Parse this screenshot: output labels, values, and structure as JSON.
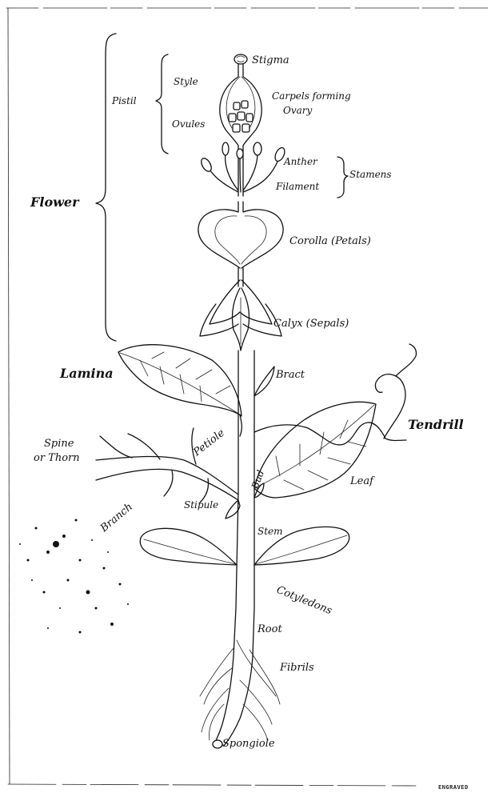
{
  "diagram": {
    "labels": {
      "stigma": "Stigma",
      "style": "Style",
      "pistil": "Pistil",
      "carpels": "Carpels forming",
      "ovary": "Ovary",
      "ovules": "Ovules",
      "anther": "Anther",
      "stamens": "Stamens",
      "filament": "Filament",
      "flower": "Flower",
      "corolla": "Corolla (Petals)",
      "calyx": "Calyx (Sepals)",
      "lamina": "Lamina",
      "bract": "Bract",
      "tendril": "Tendrill",
      "spine": "Spine",
      "thorn": "or Thorn",
      "petiole": "Petiole",
      "bud": "Bud",
      "leaf": "Leaf",
      "branch": "Branch",
      "stipule": "Stipule",
      "stem": "Stem",
      "cotyledons": "Cotyledons",
      "root": "Root",
      "fibrils": "Fibrils",
      "spongiole": "Spongiole"
    },
    "stamp": "ENGRAVED"
  }
}
